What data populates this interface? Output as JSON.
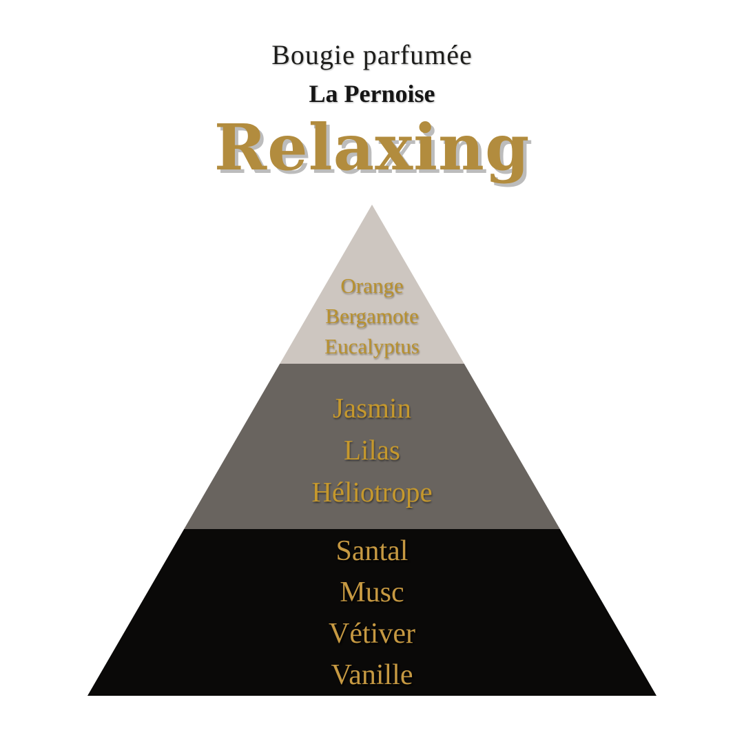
{
  "page": {
    "background": "#ffffff"
  },
  "header": {
    "product_type": "Bougie parfumée",
    "brand": "La Pernoise",
    "scent_name": "Relaxing",
    "scent_name_color": "#b28c3e",
    "scent_name_shadow_color": "#bcbcbc",
    "heading_text_color": "#1d1d1b"
  },
  "pyramid": {
    "levels": [
      {
        "id": "top-notes",
        "background": "#cdc6c0",
        "note_color": "#b8912f",
        "notes": [
          "Orange",
          "Bergamote",
          "Eucalyptus"
        ]
      },
      {
        "id": "heart-notes",
        "background": "#69645f",
        "note_color": "#c5982d",
        "notes": [
          "Jasmin",
          "Lilas",
          "Héliotrope"
        ]
      },
      {
        "id": "base-notes",
        "background": "#0a0908",
        "note_color": "#c69942",
        "notes": [
          "Santal",
          "Musc",
          "Vétiver",
          "Vanille"
        ]
      }
    ]
  }
}
